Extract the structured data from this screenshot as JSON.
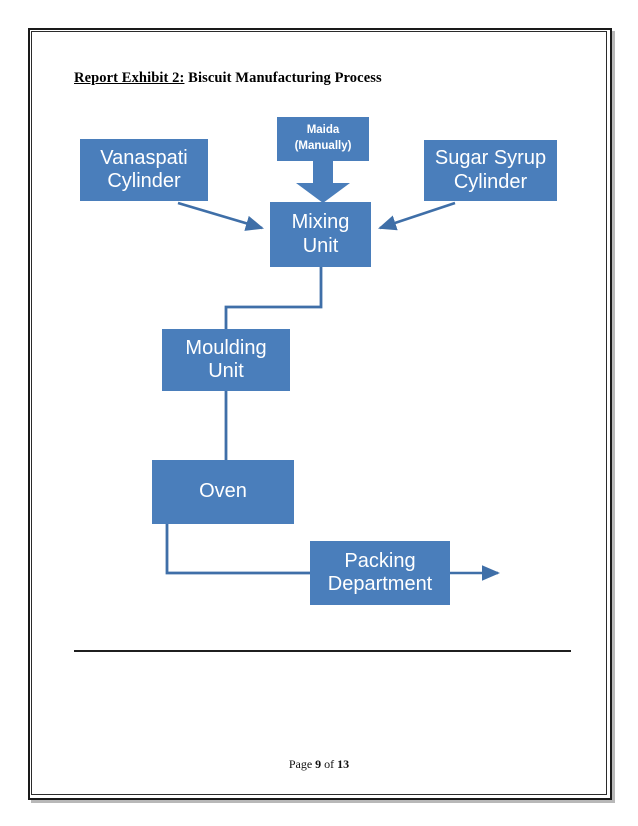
{
  "document": {
    "title_prefix": "Report Exhibit  2:",
    "title_rest": " Biscuit Manufacturing Process",
    "footer": {
      "prefix": "Page ",
      "page_number": "9",
      "middle": " of ",
      "total_pages": "13"
    }
  },
  "colors": {
    "node_fill": "#4a7ebb",
    "node_text": "#ffffff",
    "connector": "#3f6fa8",
    "page_border": "#1a1a1a",
    "rule": "#1f1f1f"
  },
  "diagram": {
    "type": "flowchart",
    "nodes": [
      {
        "id": "vanaspati",
        "label": "Vanaspati\nCylinder",
        "shape": "rectangle"
      },
      {
        "id": "maida",
        "label": "Maida",
        "label2": "(Manually)",
        "shape": "down-arrow-callout"
      },
      {
        "id": "sugar",
        "label": "Sugar Syrup\nCylinder",
        "shape": "rectangle"
      },
      {
        "id": "mixing",
        "label": "Mixing\nUnit",
        "shape": "rectangle"
      },
      {
        "id": "moulding",
        "label": "Moulding\nUnit",
        "shape": "rectangle"
      },
      {
        "id": "oven",
        "label": "Oven",
        "shape": "rectangle"
      },
      {
        "id": "packing",
        "label": "Packing\nDepartment",
        "shape": "rectangle"
      }
    ],
    "edges": [
      {
        "from": "vanaspati",
        "to": "mixing",
        "style": "diagonal-arrow"
      },
      {
        "from": "maida",
        "to": "mixing",
        "style": "block-arrow-down"
      },
      {
        "from": "sugar",
        "to": "mixing",
        "style": "diagonal-arrow"
      },
      {
        "from": "mixing",
        "to": "moulding",
        "style": "elbow-line"
      },
      {
        "from": "moulding",
        "to": "oven",
        "style": "straight-line"
      },
      {
        "from": "oven",
        "to": "packing",
        "style": "elbow-line"
      },
      {
        "from": "packing",
        "to": "output",
        "style": "arrow-right"
      }
    ]
  }
}
